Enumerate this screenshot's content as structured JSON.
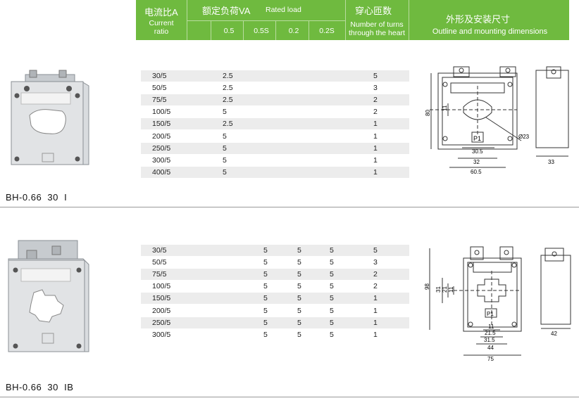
{
  "header": {
    "col_ratio_cn": "电流比A",
    "col_ratio_en_1": "Current",
    "col_ratio_en_2": "ratio",
    "col_load_cn": "额定负荷VA",
    "col_load_en": "Rated load",
    "load_classes": [
      "0.5",
      "0.5S",
      "0.2",
      "0.2S"
    ],
    "col_turns_cn": "穿心匝数",
    "col_turns_en_1": "Number of turns",
    "col_turns_en_2": "through the heart",
    "col_dims_cn": "外形及安装尺寸",
    "col_dims_en": "Outline and mounting dimensions"
  },
  "product1": {
    "model": "BH-0.66  30  I",
    "rows": [
      {
        "ratio": "30/5",
        "load": "2.5",
        "turns": "5"
      },
      {
        "ratio": "50/5",
        "load": "2.5",
        "turns": "3"
      },
      {
        "ratio": "75/5",
        "load": "2.5",
        "turns": "2"
      },
      {
        "ratio": "100/5",
        "load": "5",
        "turns": "2"
      },
      {
        "ratio": "150/5",
        "load": "2.5",
        "turns": "1"
      },
      {
        "ratio": "200/5",
        "load": "5",
        "turns": "1"
      },
      {
        "ratio": "250/5",
        "load": "5",
        "turns": "1"
      },
      {
        "ratio": "300/5",
        "load": "5",
        "turns": "1"
      },
      {
        "ratio": "400/5",
        "load": "5",
        "turns": "1"
      }
    ],
    "dims": {
      "height": "80",
      "hole_offset": "11",
      "width_inner": "30.5",
      "width_mid": "32",
      "width_total": "60.5",
      "hole_dia": "Ø23",
      "depth": "33",
      "label": "P1"
    }
  },
  "product2": {
    "model": "BH-0.66  30  IB",
    "rows": [
      {
        "ratio": "30/5",
        "v1": "5",
        "v2": "5",
        "v3": "5",
        "turns": "5"
      },
      {
        "ratio": "50/5",
        "v1": "5",
        "v2": "5",
        "v3": "5",
        "turns": "3"
      },
      {
        "ratio": "75/5",
        "v1": "5",
        "v2": "5",
        "v3": "5",
        "turns": "2"
      },
      {
        "ratio": "100/5",
        "v1": "5",
        "v2": "5",
        "v3": "5",
        "turns": "2"
      },
      {
        "ratio": "150/5",
        "v1": "5",
        "v2": "5",
        "v3": "5",
        "turns": "1"
      },
      {
        "ratio": "200/5",
        "v1": "5",
        "v2": "5",
        "v3": "5",
        "turns": "1"
      },
      {
        "ratio": "250/5",
        "v1": "5",
        "v2": "5",
        "v3": "5",
        "turns": "1"
      },
      {
        "ratio": "300/5",
        "v1": "5",
        "v2": "5",
        "v3": "5",
        "turns": "1"
      }
    ],
    "dims": {
      "height": "98",
      "d31": "31",
      "d21": "21",
      "d11": "11",
      "w21_5": "21.5",
      "w31_5": "31.5",
      "w44": "44",
      "w75": "75",
      "w1": "11",
      "depth": "42",
      "label": "P1"
    }
  },
  "colors": {
    "header_green": "#6fba3f",
    "row_shade": "#ececec",
    "product_body": "#d9dcdf"
  }
}
